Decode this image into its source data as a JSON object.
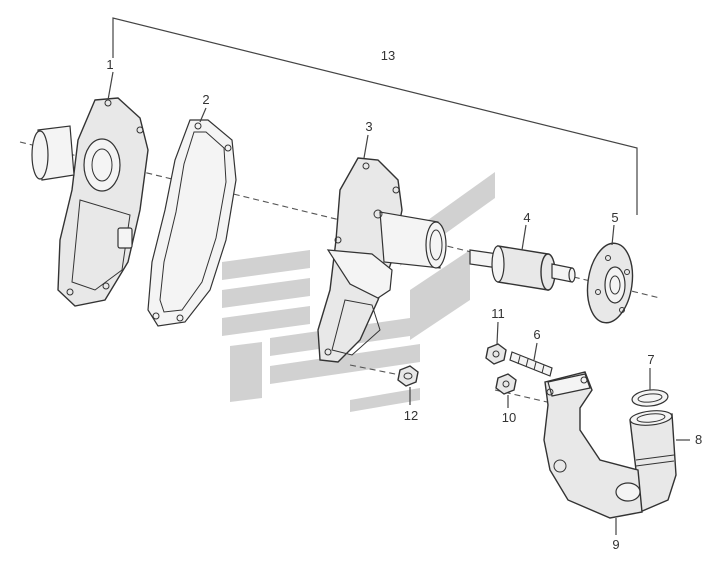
{
  "callouts": [
    {
      "id": "1",
      "text": "1"
    },
    {
      "id": "2",
      "text": "2"
    },
    {
      "id": "3",
      "text": "3"
    },
    {
      "id": "4",
      "text": "4"
    },
    {
      "id": "5",
      "text": "5"
    },
    {
      "id": "6",
      "text": "6"
    },
    {
      "id": "7",
      "text": "7"
    },
    {
      "id": "8",
      "text": "8"
    },
    {
      "id": "9",
      "text": "9"
    },
    {
      "id": "10",
      "text": "10"
    },
    {
      "id": "11",
      "text": "11"
    },
    {
      "id": "12",
      "text": "12"
    },
    {
      "id": "13",
      "text": "13"
    }
  ],
  "colors": {
    "line": "#333333",
    "watermark": "#c9c9c9",
    "background": "#ffffff"
  }
}
